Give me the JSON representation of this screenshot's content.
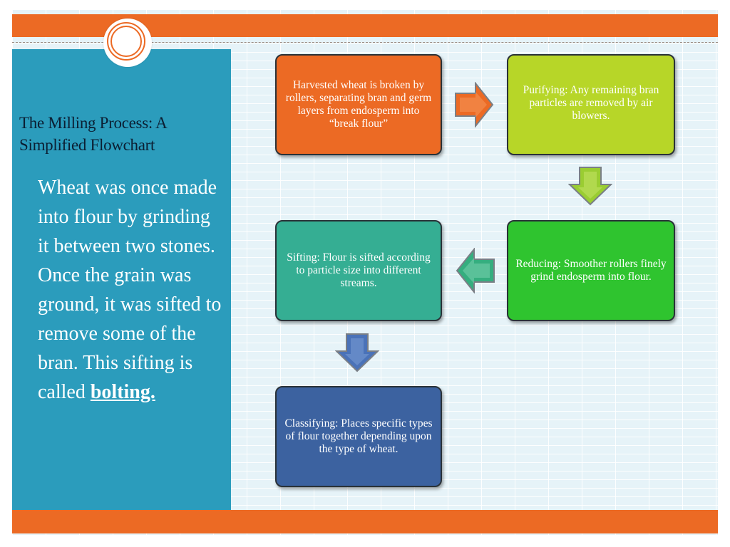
{
  "slide": {
    "title": "The Milling Process: A Simplified Flowchart",
    "body_text": "Wheat was once made into flour by grinding it between two stones. Once the grain was ground, it was sifted to remove some of the bran.  This sifting is called ",
    "body_emphasis": "bolting."
  },
  "flowchart": {
    "steps": [
      {
        "text": "Harvested wheat is broken by rollers, separating bran and germ layers from endosperm into “break flour”",
        "color": "#ec6a24"
      },
      {
        "text": "Purifying: Any remaining bran particles are removed by air blowers.",
        "color": "#b7d628"
      },
      {
        "text": "Reducing: Smoother rollers finely grind endosperm into flour.",
        "color": "#2fc42f"
      },
      {
        "text": "Sifting: Flour is sifted according to particle size into different streams.",
        "color": "#35ae93"
      },
      {
        "text": "Classifying:  Places specific types of flour together depending upon the type of wheat.",
        "color": "#3c62a0"
      }
    ],
    "arrows": [
      {
        "direction": "right",
        "color": "#ec6a24"
      },
      {
        "direction": "down",
        "color": "#9acd32"
      },
      {
        "direction": "left",
        "color": "#35ae7f"
      },
      {
        "direction": "down",
        "color": "#4a72b8"
      }
    ]
  },
  "colors": {
    "accent_bar": "#ec6a24",
    "side_panel": "#2b9cbc"
  }
}
